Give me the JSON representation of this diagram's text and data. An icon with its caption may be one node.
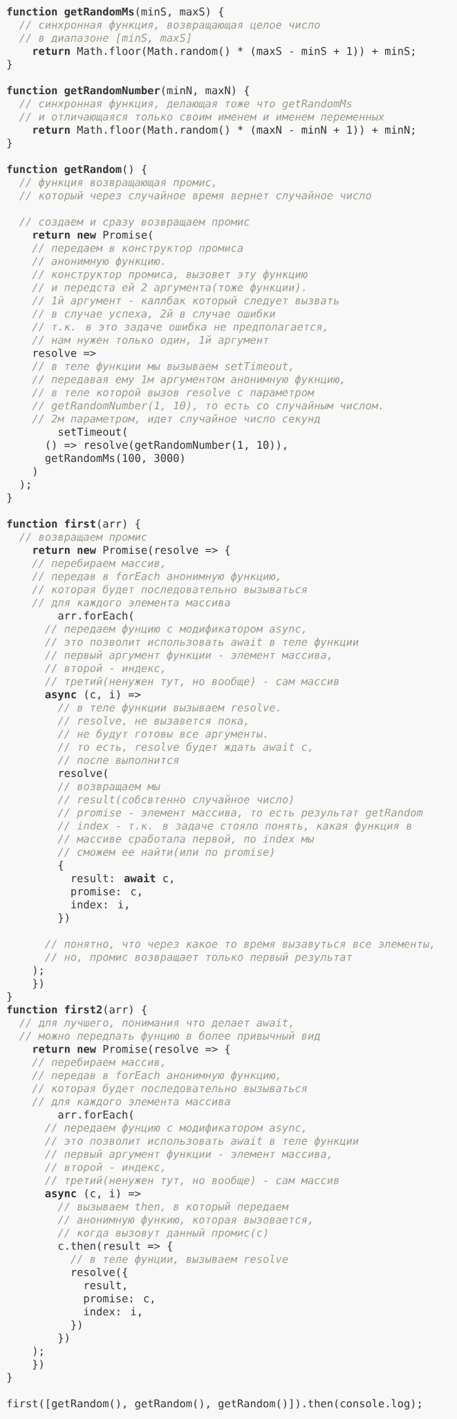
{
  "diagram": {
    "labels": [
      "**function** **getRandomMs**(minS, maxS) {",
      "// синхронная функция, возвращающая целое число",
      "// в диапазоне [minS, maxS]",
      "**return** Math.floor(Math.random() * (maxS - minS + 1)) + minS;",
      "}",
      "**function** **getRandomNumber**(minN, maxN) {",
      "// синхронная функция, делающая тоже что getRandomMs",
      "// и отличающаяся только своим именем и именем переменных",
      "**return** Math.floor(Math.random() * (maxN - minN + 1)) + minN;",
      "}",
      "**function** **getRandom**() {",
      "// функция возвращающая промис,",
      "// который через случайное время вернет случайное число",
      "// создаем и сразу возвращаем промис",
      "**return new** Promise(",
      "// передаем в конструктор промиса",
      "// анонимную функцию.",
      "// конструктор промиса, вызовет эту функцию",
      "// и передста ей 2 аргумента(тоже функции).",
      "// 1й аргумент - каллбак который следует вызвать",
      "// в случае успеха, 2й в случае ошибки",
      "// т.к. в это задаче ошибка не предполагается,",
      "// нам нужен только один, 1й аргумент",
      "resolve =>",
      "// в теле функции мы вызываем setTimeout,",
      "// передавая ему 1м аргументом анонимную фукнцию,",
      "// в теле которой вызов resolve с параметром",
      "// getRandomNumber(1, 10), то есть со случайным числом.",
      "// 2м параметром, идет случайное число секунд",
      "setTimeout(",
      "() => resolve(getRandomNumber(1, 10)),",
      "getRandomMs(100, 3000)",
      ")",
      ");",
      "}",
      "**function** **first**(arr) {",
      "// возвращаем промис",
      "**return new** Promise(resolve => {",
      "// перебираем массив,",
      "// передав в forEach анонимную функцию,",
      "// которая будет последовательно вызываться",
      "// для каждого элемента массива",
      "arr.forEach(",
      "// передаем фунцию с модификатором async,",
      "// это позволит использовать await в теле функции",
      "// первый аргумент функции - элемент массива,",
      "// второй - индекс,",
      "// третий(ненужен тут, но вообще) - сам массив",
      "**async** (c, i) =>",
      "// в теле функции вызываем resolve.",
      "// resolve, не вызавется пока,",
      "// не будут готовы все аргументы.",
      "// то есть, resolve будет ждать await c,",
      "// после выполнится",
      "resolve(",
      "// возвращаем мы",
      "// result(собсвтенно случайное число)",
      "// promise - элемент массива, то есть результат getRandom",
      "// index - т.к. в задаче стояло понять, какая функция в",
      "// массиве сработала первой, по index мы",
      "// сможем ее найти(или по promise)",
      "{",
      "result: **await** c,",
      "promise: c,",
      "index: i,",
      "})",
      "// понятно, что через какое то время вызавуться все элементы,",
      "// но, промис возвращает только первый результат",
      ");",
      "})",
      "}",
      "**function** **first2**(arr) {",
      "// для лучшего, понимания что делает await,",
      "// можно передлать фунцию в более привычный вид",
      "**return new** Promise(resolve => {",
      "// перебираем массив,",
      "// передав в forEach анонимную функцию,",
      "// которая будет последовательно вызываться",
      "// для каждого элемента массива",
      "arr.forEach(",
      "// передаем фунцию с модификатором async,",
      "// это позволит использовать await в теле функции",
      "// первый аргумент функции - элемент массива,",
      "// второй - индекс,",
      "// третий(ненужен тут, но вообще) - сам массив",
      "**async** (c, i) =>",
      "// вызываем then, в который передаем",
      "// анонимную функию, которая вызовается,",
      "// когда вызовут данный промис(с)",
      "c.then(result => {",
      "// в теле фунции, вызываем resolve",
      "resolve({",
      "result,",
      "promise: c,",
      "index: i,",
      "})",
      "})",
      ");",
      "})",
      "}",
      "first([getRandom(), getRandom(), getRandom()]).then(console.log);"
    ]
  }
}
